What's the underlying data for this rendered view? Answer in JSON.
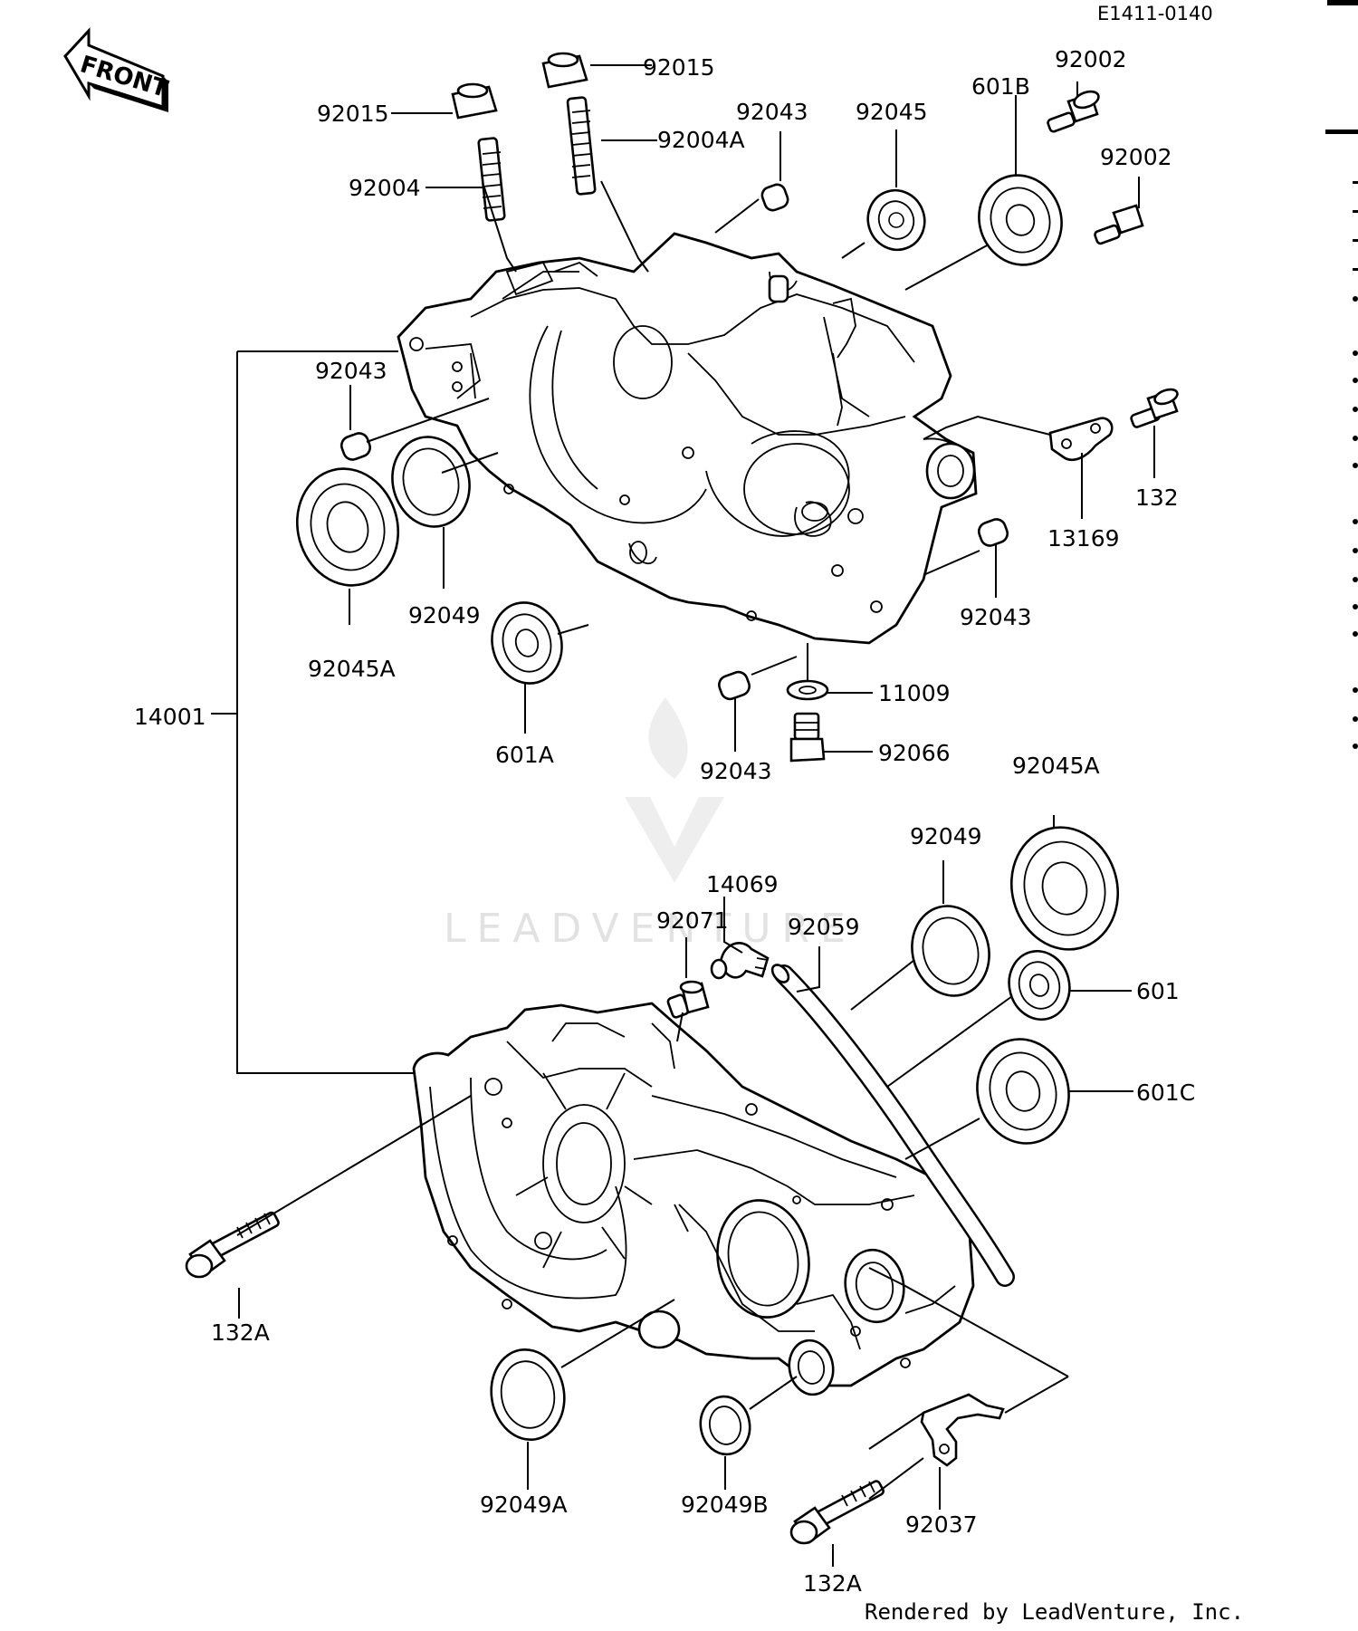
{
  "header": {
    "diagram_code": "E1411-0140"
  },
  "front_arrow": {
    "text": "FRONT"
  },
  "watermark": {
    "text": "LEADVENTURE"
  },
  "footer": {
    "credit": "Rendered by LeadVenture, Inc."
  },
  "labels": [
    {
      "id": "92015a",
      "text": "92015"
    },
    {
      "id": "92015b",
      "text": "92015"
    },
    {
      "id": "92004A",
      "text": "92004A"
    },
    {
      "id": "92004",
      "text": "92004"
    },
    {
      "id": "92043a",
      "text": "92043"
    },
    {
      "id": "92045",
      "text": "92045"
    },
    {
      "id": "601B",
      "text": "601B"
    },
    {
      "id": "92002a",
      "text": "92002"
    },
    {
      "id": "92002b",
      "text": "92002"
    },
    {
      "id": "92043b",
      "text": "92043"
    },
    {
      "id": "132",
      "text": "132"
    },
    {
      "id": "13169",
      "text": "13169"
    },
    {
      "id": "92049a",
      "text": "92049"
    },
    {
      "id": "92045Aa",
      "text": "92045A"
    },
    {
      "id": "92043c",
      "text": "92043"
    },
    {
      "id": "14001",
      "text": "14001"
    },
    {
      "id": "601A",
      "text": "601A"
    },
    {
      "id": "11009",
      "text": "11009"
    },
    {
      "id": "92066",
      "text": "92066"
    },
    {
      "id": "92043d",
      "text": "92043"
    },
    {
      "id": "92045Ab",
      "text": "92045A"
    },
    {
      "id": "92049b",
      "text": "92049"
    },
    {
      "id": "14069",
      "text": "14069"
    },
    {
      "id": "92071",
      "text": "92071"
    },
    {
      "id": "92059",
      "text": "92059"
    },
    {
      "id": "601",
      "text": "601"
    },
    {
      "id": "601C",
      "text": "601C"
    },
    {
      "id": "132Aa",
      "text": "132A"
    },
    {
      "id": "92049A",
      "text": "92049A"
    },
    {
      "id": "92049B",
      "text": "92049B"
    },
    {
      "id": "92037",
      "text": "92037"
    },
    {
      "id": "132Ab",
      "text": "132A"
    }
  ]
}
